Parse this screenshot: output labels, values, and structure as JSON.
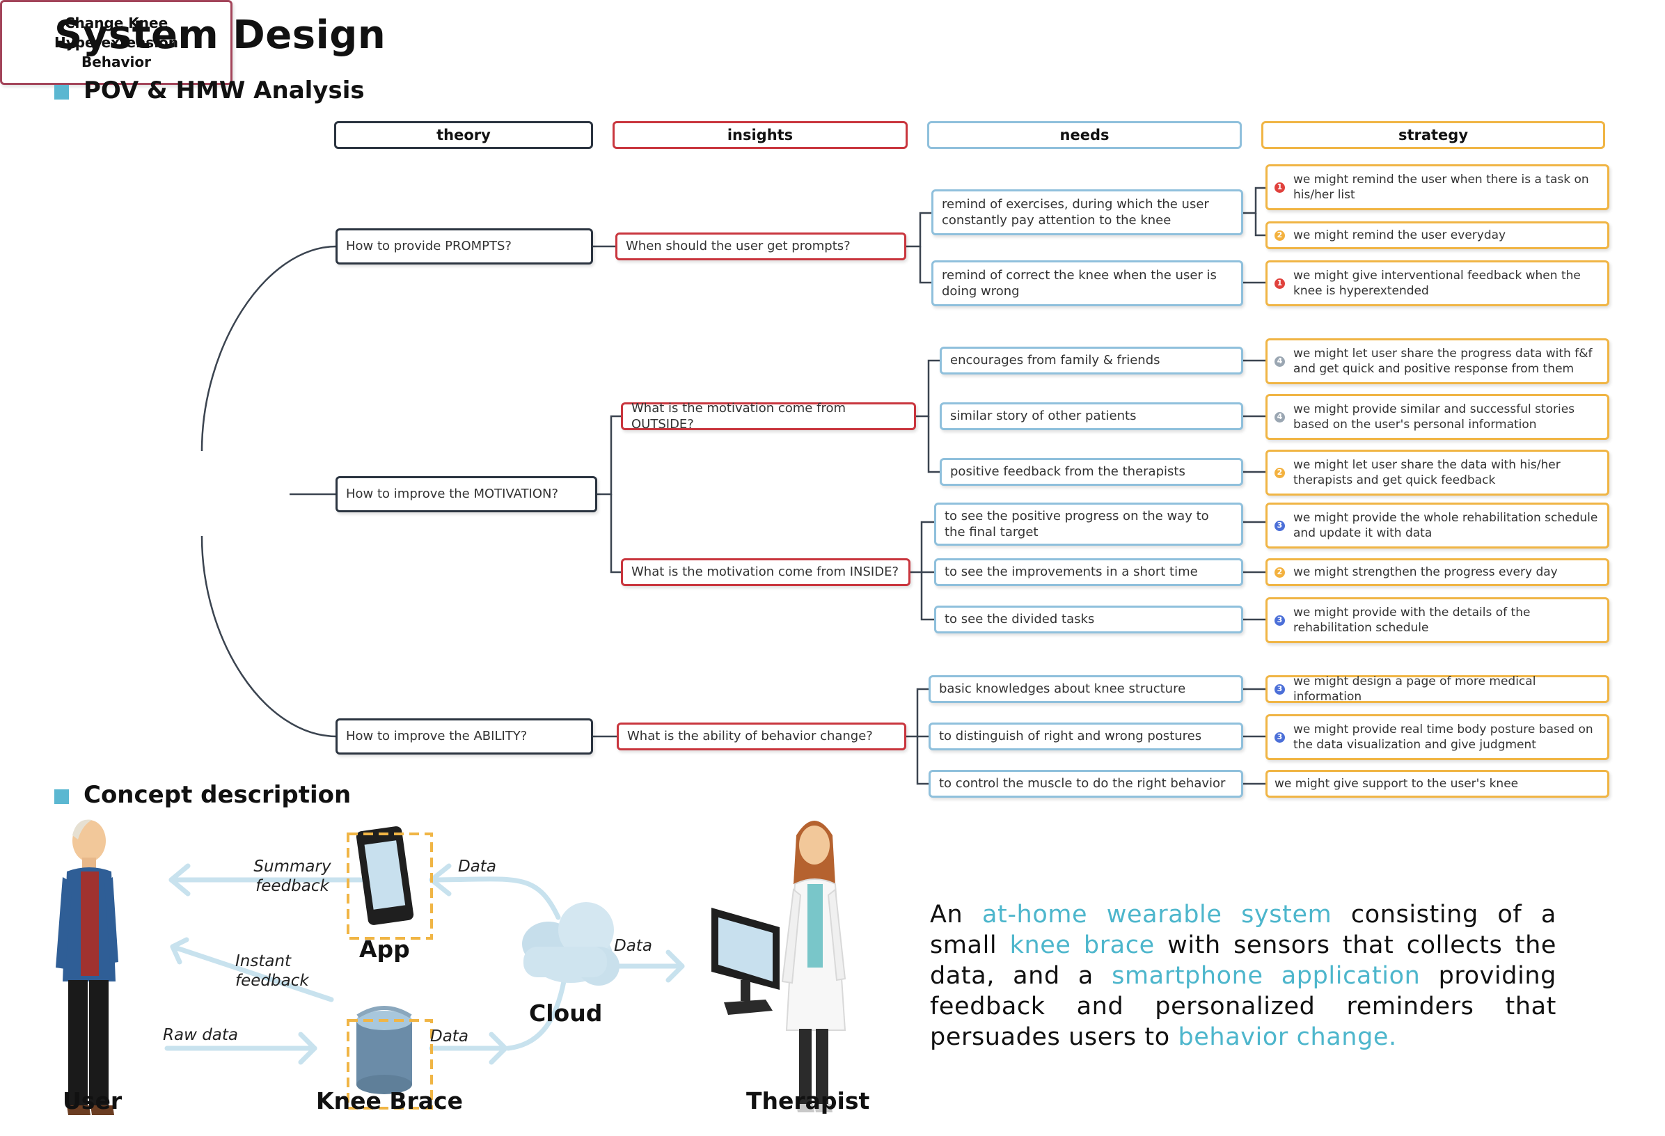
{
  "title": "System Design",
  "sections": {
    "pov": "POV & HMW Analysis",
    "concept": "Concept description"
  },
  "columns": {
    "theory": "theory",
    "insights": "insights",
    "needs": "needs",
    "strategy": "strategy"
  },
  "colors": {
    "theory": "#2b3440",
    "insights": "#c9363e",
    "needs": "#8fc0dc",
    "strategy": "#f0b545",
    "accent": "#4db6cc",
    "badge_red": "#e0413c",
    "badge_orange": "#f3b13e",
    "badge_blue": "#4b6fd8",
    "badge_gray": "#9aa6b2"
  },
  "root": "Change Knee Hyperextension Behavior",
  "theory": [
    "How to provide PROMPTS?",
    "How to improve the MOTIVATION?",
    "How to improve the ABILITY?"
  ],
  "insights": [
    "When should the user get prompts?",
    "What is the motivation come from OUTSIDE?",
    "What is the motivation come from INSIDE?",
    "What is the ability of behavior change?"
  ],
  "needs": [
    "remind of exercises, during which the user constantly pay attention to the knee",
    "remind of correct the knee when the user is doing wrong",
    "encourages from family & friends",
    "similar story of other patients",
    "positive feedback from the therapists",
    "to see the positive progress on the way to the final target",
    "to see the improvements in a short time",
    "to see the divided tasks",
    "basic knowledges about knee structure",
    "to distinguish of right and wrong postures",
    "to control the muscle to do the right behavior"
  ],
  "strategies": [
    {
      "badge": "1",
      "badge_color": "#e0413c",
      "text": "we might remind the user when there is a task on his/her list"
    },
    {
      "badge": "2",
      "badge_color": "#f3b13e",
      "text": "we might remind the user everyday"
    },
    {
      "badge": "1",
      "badge_color": "#e0413c",
      "text": "we might give interventional feedback when the knee is hyperextended"
    },
    {
      "badge": "4",
      "badge_color": "#9aa6b2",
      "text": "we might let user share the progress data with f&f and get quick and positive response from them"
    },
    {
      "badge": "4",
      "badge_color": "#9aa6b2",
      "text": "we might provide similar and successful stories based on the user's personal information"
    },
    {
      "badge": "2",
      "badge_color": "#f3b13e",
      "text": "we might let user share the data with his/her therapists and get quick feedback"
    },
    {
      "badge": "3",
      "badge_color": "#4b6fd8",
      "text": "we might provide the whole rehabilitation schedule and update it with data"
    },
    {
      "badge": "2",
      "badge_color": "#f3b13e",
      "text": "we might strengthen the progress every day"
    },
    {
      "badge": "3",
      "badge_color": "#4b6fd8",
      "text": "we might provide with the details of the rehabilitation schedule"
    },
    {
      "badge": "3",
      "badge_color": "#4b6fd8",
      "text": "we might design a page of more medical information"
    },
    {
      "badge": "3",
      "badge_color": "#4b6fd8",
      "text": "we might provide real time body posture based on the data visualization and give judgment"
    },
    {
      "badge": "",
      "badge_color": "",
      "text": "we might give support to the user's knee"
    }
  ],
  "concept": {
    "flow_labels": {
      "summary": "Summary feedback",
      "data1": "Data",
      "instant": "Instant feedback",
      "data2": "Data",
      "raw": "Raw data",
      "data3": "Data"
    },
    "components": {
      "user": "User",
      "app": "App",
      "brace": "Knee Brace",
      "cloud": "Cloud",
      "therapist": "Therapist"
    },
    "text": {
      "t1": "An ",
      "h1": "at-home wearable system",
      "t2": " consisting of a small ",
      "h2": "knee brace",
      "t3": " with sensors that collects the data, and a ",
      "h3": "smartphone application",
      "t4": " providing feedback and personalized reminders that persuades users to ",
      "h4": "behavior change."
    }
  }
}
